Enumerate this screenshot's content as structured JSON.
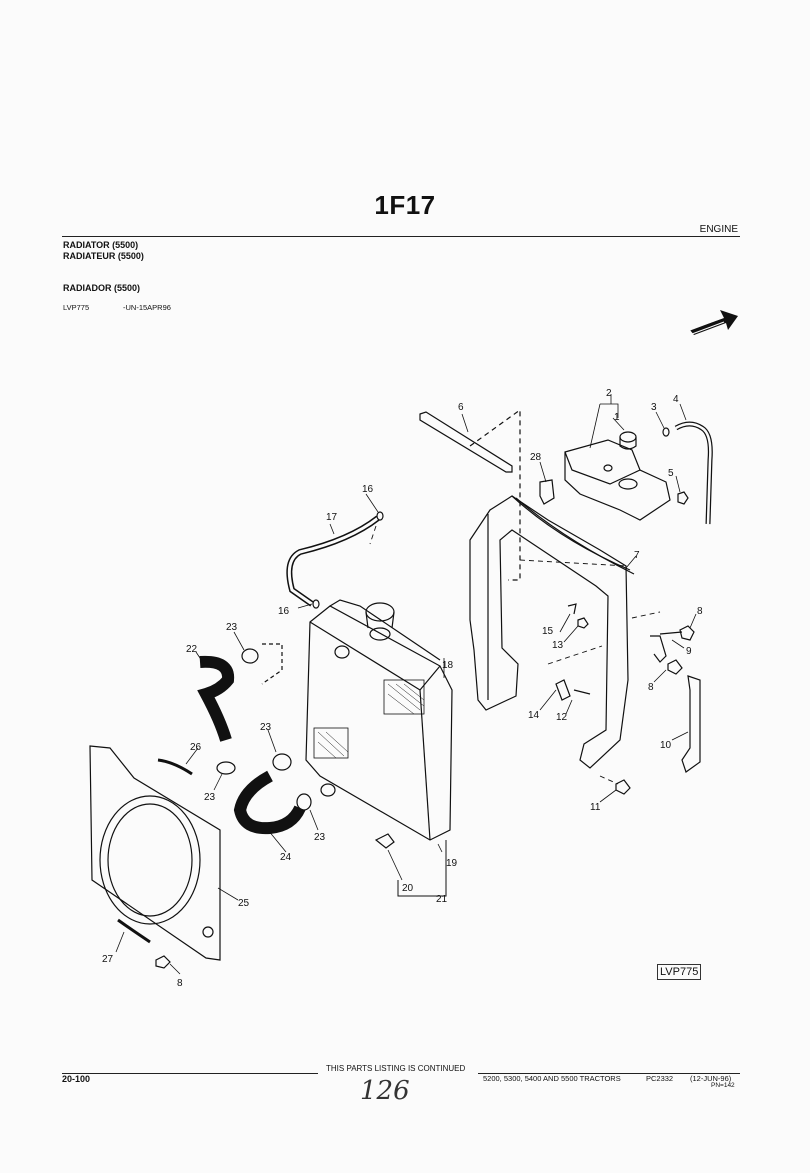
{
  "header": {
    "page_code": "1F17",
    "section": "ENGINE"
  },
  "titles": {
    "en": "RADIATOR (5500)",
    "fr": "RADIATEUR (5500)",
    "es": "RADIADOR (5500)"
  },
  "illustration": {
    "code": "LVP775",
    "validity": "-UN-15APR96",
    "figure_ref": "LVP775",
    "callouts": [
      "1",
      "2",
      "3",
      "4",
      "5",
      "6",
      "7",
      "8",
      "9",
      "10",
      "11",
      "12",
      "13",
      "14",
      "15",
      "16",
      "17",
      "18",
      "19",
      "20",
      "21",
      "22",
      "23",
      "24",
      "25",
      "26",
      "27",
      "28"
    ]
  },
  "footer": {
    "page_number": "20-100",
    "continued": "THIS PARTS LISTING IS CONTINUED",
    "models": "5200, 5300, 5400 AND 5500 TRACTORS",
    "catalog": "PC2332",
    "date": "(12-JUN-96)",
    "pn": "PN=142",
    "handwritten": "126"
  }
}
